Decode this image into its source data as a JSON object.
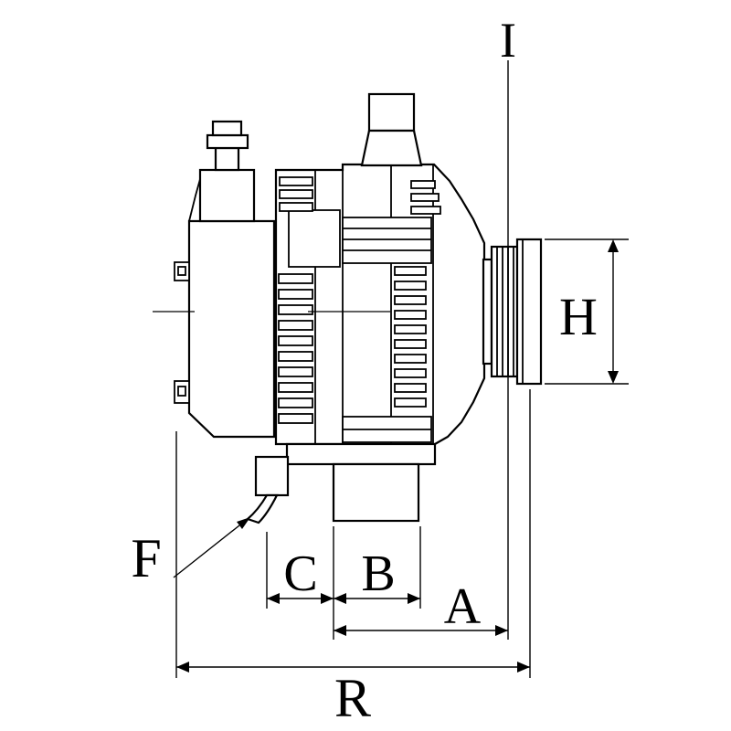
{
  "diagram": {
    "background": "#ffffff",
    "stroke_color": "#000000",
    "subject": "alternator-side-view-technical-drawing",
    "labels": [
      {
        "name": "I"
      },
      {
        "name": "H"
      },
      {
        "name": "F"
      },
      {
        "name": "C"
      },
      {
        "name": "B"
      },
      {
        "name": "A"
      },
      {
        "name": "R"
      }
    ]
  }
}
